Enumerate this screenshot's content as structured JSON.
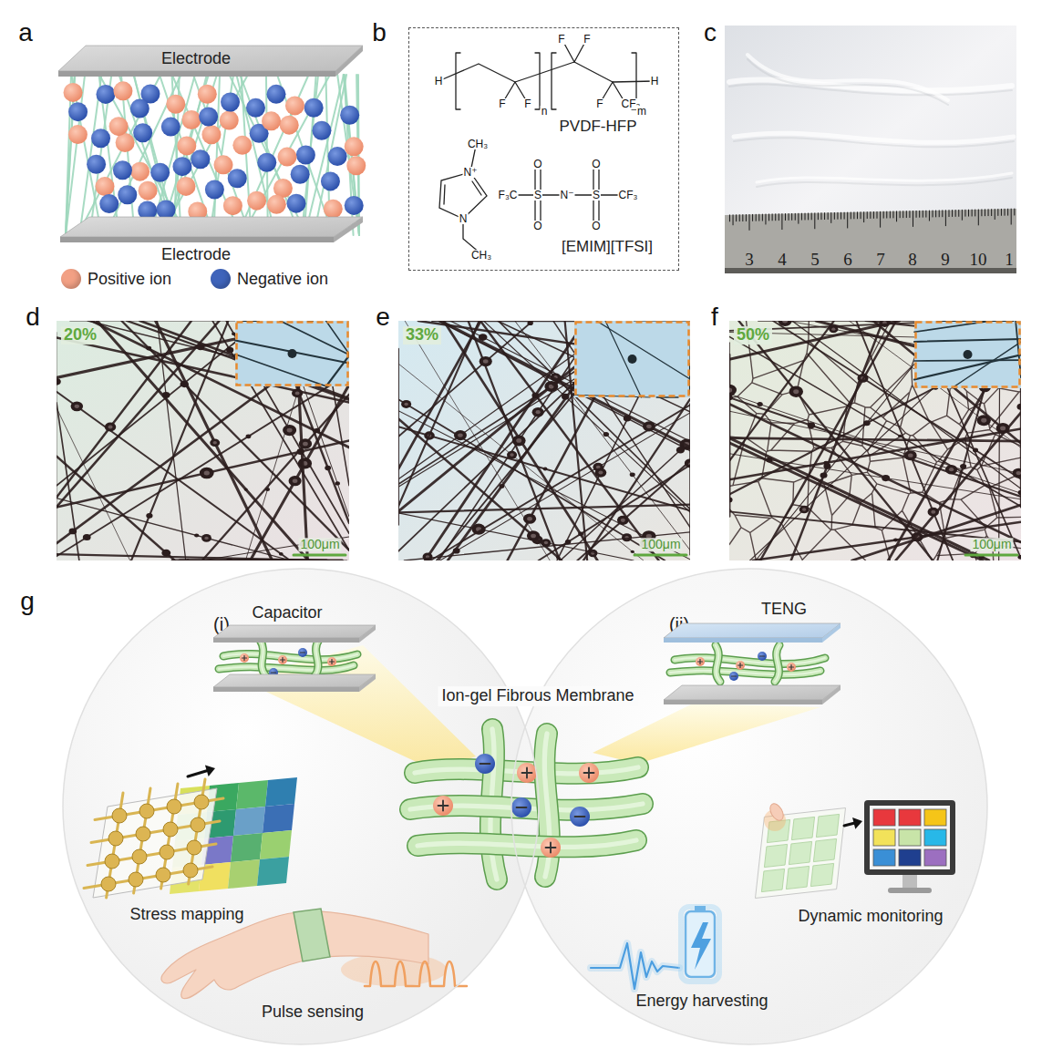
{
  "diagram": {
    "nodes": [
      {
        "text": [
          "Electrode"
        ]
      },
      {
        "text": [
          "Electrode"
        ]
      },
      {
        "text": [
          "PVDF-HFP",
          "[EMIM][TFSI]"
        ]
      },
      {
        "text": [
          "(i)",
          "Stress mapping",
          "Pulse sensing"
        ]
      },
      {
        "text": [
          "Capacitor"
        ],
        "in": 3
      },
      {
        "text": [
          "(ii)",
          "Energy harvesting",
          "Dynamic monitoring"
        ]
      },
      {
        "text": [
          "TENG"
        ],
        "in": 5
      }
    ],
    "labels": [
      "a",
      "b",
      "c",
      "d",
      "e",
      "f",
      "g",
      "H",
      "F",
      "F",
      "n",
      "F",
      "F",
      "F",
      "CF₃",
      "m",
      "H",
      "CH₃",
      "N⁺",
      "N",
      "CH₃",
      "F₃C",
      "O",
      "S",
      "O",
      "N⁻",
      "O",
      "S",
      "O",
      "CF₃",
      "3",
      "4",
      "5",
      "6",
      "7",
      "8",
      "9",
      "10",
      "1",
      "20%",
      "100μm",
      "33%",
      "100μm",
      "50%",
      "100μm",
      "Ion-gel Fibrous Membrane"
    ],
    "legend": [
      {
        "text": "Positive ion",
        "color": "#f2a084"
      },
      {
        "text": "Negative ion",
        "color": "#3f64bb"
      }
    ]
  }
}
